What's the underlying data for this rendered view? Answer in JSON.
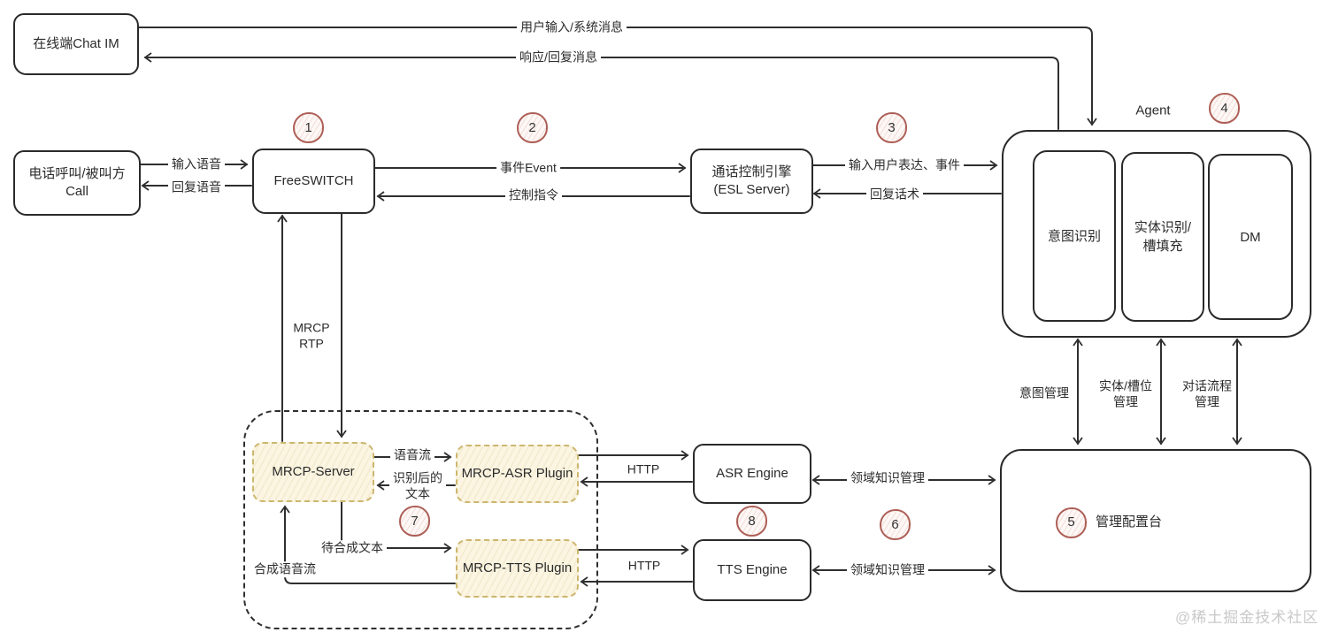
{
  "nodes": {
    "chat_im": {
      "label": "在线端Chat IM"
    },
    "call": {
      "line1": "电话呼叫/被叫方",
      "line2": "Call"
    },
    "freeswitch": {
      "label": "FreeSWITCH"
    },
    "esl": {
      "line1": "通话控制引擎",
      "line2": "(ESL Server)"
    },
    "agent": {
      "label": "Agent"
    },
    "intent": {
      "label": "意图识别"
    },
    "entity": {
      "line1": "实体识别/",
      "line2": "槽填充"
    },
    "dm": {
      "label": "DM"
    },
    "mrcp_server": {
      "label": "MRCP-Server"
    },
    "mrcp_asr": {
      "label": "MRCP-ASR Plugin"
    },
    "mrcp_tts": {
      "label": "MRCP-TTS Plugin"
    },
    "asr_engine": {
      "label": "ASR Engine"
    },
    "tts_engine": {
      "label": "TTS Engine"
    },
    "console": {
      "label": "管理配置台"
    }
  },
  "badges": {
    "n1": "1",
    "n2": "2",
    "n3": "3",
    "n4": "4",
    "n5": "5",
    "n6": "6",
    "n7": "7",
    "n8": "8"
  },
  "edge_labels": {
    "user_input": "用户输入/系统消息",
    "response": "响应/回复消息",
    "input_voice": "输入语音",
    "reply_voice": "回复语音",
    "event": "事件Event",
    "control": "控制指令",
    "user_expr": "输入用户表达、事件",
    "reply_script": "回复话术",
    "mrcp_line1": "MRCP",
    "mrcp_line2": "RTP",
    "voice_stream": "语音流",
    "recognized_line1": "识别后的",
    "recognized_line2": "文本",
    "to_synth": "待合成文本",
    "synth_stream": "合成语音流",
    "http_asr": "HTTP",
    "http_tts": "HTTP",
    "domain_asr": "领域知识管理",
    "domain_tts": "领域知识管理",
    "intent_mgmt": "意图管理",
    "entity_mgmt_line1": "实体/槽位",
    "entity_mgmt_line2": "管理",
    "dialog_mgmt_line1": "对话流程",
    "dialog_mgmt_line2": "管理"
  },
  "watermark": "@稀土掘金技术社区",
  "colors": {
    "line": "#2f2f2f",
    "badge_border": "#ad5f57",
    "plugin_border": "#cdb66e",
    "plugin_fill": "#faf4e0",
    "watermark": "#c9c9c9"
  }
}
